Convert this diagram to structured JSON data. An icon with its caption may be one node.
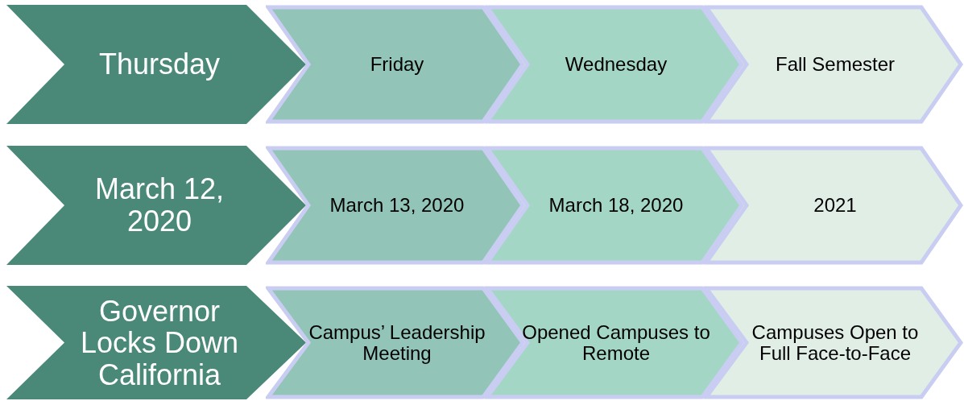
{
  "diagram": {
    "nodes": [
      {
        "text": [
          "Thursday"
        ]
      },
      {
        "text": [
          "Friday"
        ]
      },
      {
        "text": [
          "Wednesday"
        ]
      },
      {
        "text": [
          "Fall Semester"
        ]
      },
      {
        "text": [
          "March 12, 2020"
        ]
      },
      {
        "text": [
          "March 13, 2020"
        ]
      },
      {
        "text": [
          "March 18, 2020"
        ]
      },
      {
        "text": [
          "2021"
        ]
      },
      {
        "text": [
          "Governor Locks Down California"
        ]
      },
      {
        "text": [
          "Campus’ Leadership Meeting"
        ]
      },
      {
        "text": [
          "Opened Campuses to Remote"
        ]
      },
      {
        "text": [
          "Campuses Open to Full Face-to-Face"
        ]
      }
    ]
  }
}
